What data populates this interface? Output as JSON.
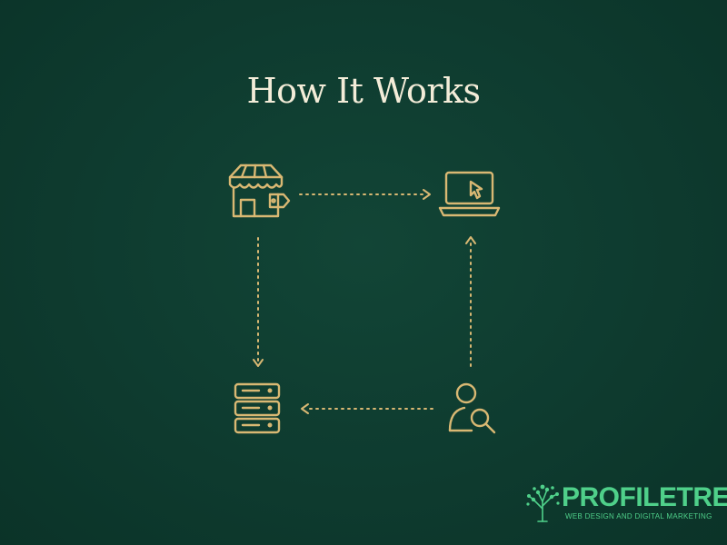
{
  "title": "How It Works",
  "diagram": {
    "nodes": [
      {
        "id": "storefront",
        "icon": "storefront-icon"
      },
      {
        "id": "laptop",
        "icon": "laptop-cursor-icon"
      },
      {
        "id": "server",
        "icon": "server-stack-icon"
      },
      {
        "id": "user-search",
        "icon": "user-search-icon"
      }
    ],
    "edges": [
      {
        "from": "storefront",
        "to": "laptop"
      },
      {
        "from": "storefront",
        "to": "server"
      },
      {
        "from": "user-search",
        "to": "server"
      },
      {
        "from": "user-search",
        "to": "laptop"
      }
    ]
  },
  "logo": {
    "name": "PROFILETREE",
    "tagline": "WEB DESIGN AND DIGITAL MARKETING"
  },
  "colors": {
    "background": "#0e3a2e",
    "accent": "#d9b873",
    "title": "#f3ecd8",
    "brand": "#4fd08a"
  }
}
